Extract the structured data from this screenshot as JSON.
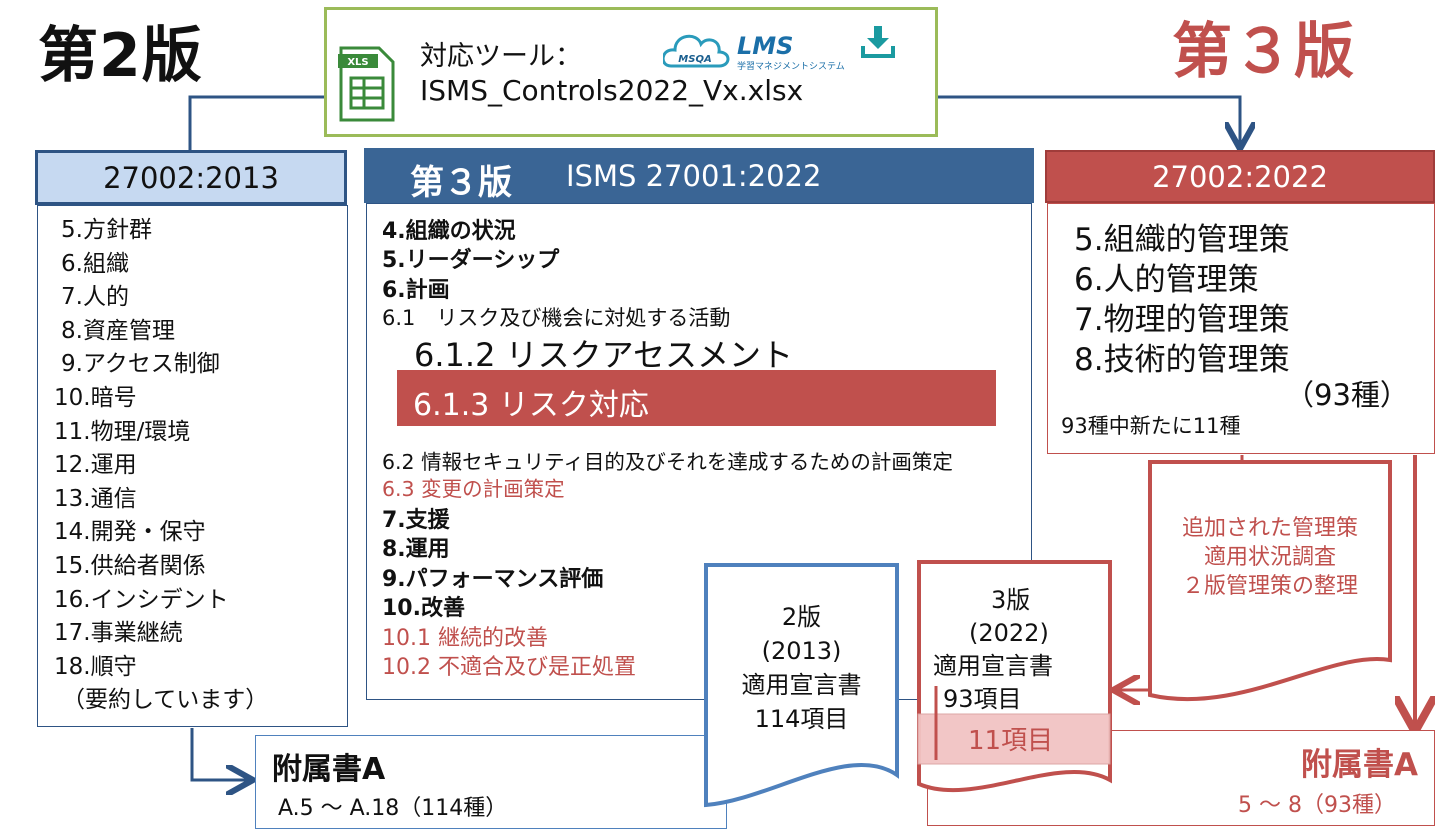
{
  "colors": {
    "red": "#c0504d",
    "blue_dark": "#2e5484",
    "blue_header": "#3a6595",
    "blue_light": "#c6d9f1",
    "green_border": "#9bbb59",
    "doc_blue": "#4f81bd",
    "pink": "#f2c4c3"
  },
  "left_title": "第2版",
  "right_title": "第３版",
  "tool": {
    "label": "対応ツール：",
    "filename": "ISMS_Controls2022_Vx.xlsx",
    "file_icon_text": "XLS",
    "logo_main": "LMS",
    "logo_cloud": "MSQA",
    "logo_sub": "学習マネジメントシステム",
    "download_icon": "download-icon"
  },
  "left_panel": {
    "header": "27002:2013",
    "items": [
      "5.方針群",
      "6.組織",
      "7.人的",
      "8.資産管理",
      "9.アクセス制御",
      "10.暗号",
      "11.物理/環境",
      "12.運用",
      "13.通信",
      "14.開発・保守",
      "15.供給者関係",
      "16.インシデント",
      "17.事業継続",
      "18.順守"
    ],
    "note": "（要約しています）"
  },
  "center_panel": {
    "header_main": "第３版",
    "header_sub": "ISMS 27001:2022",
    "s4": "4.組織の状況",
    "s5": "5.リーダーシップ",
    "s6": "6.計画",
    "s61": "6.1　リスク及び機会に対処する活動",
    "s612": "6.1.2 リスクアセスメント",
    "s613": "6.1.3 リスク対応",
    "s62": "6.2 情報セキュリティ目的及びそれを達成するための計画策定",
    "s63": "6.3 変更の計画策定",
    "s7": "7.支援",
    "s8": "8.運用",
    "s9": "9.パフォーマンス評価",
    "s10": "10.改善",
    "s101": "10.1 継続的改善",
    "s102": "10.2 不適合及び是正処置"
  },
  "right_panel": {
    "header": "27002:2022",
    "items": [
      "5.組織的管理策",
      "6.人的管理策",
      "7.物理的管理策",
      "8.技術的管理策"
    ],
    "count": "（93種）",
    "note": "93種中新たに11種"
  },
  "doc_2013": {
    "lines": [
      "2版",
      "(2013)",
      "適用宣言書",
      "114項目"
    ]
  },
  "doc_2022": {
    "lines": [
      "3版",
      "(2022)",
      "適用宣言書",
      "93項目"
    ],
    "new_items": "11項目"
  },
  "doc_added": {
    "lines": [
      "追加された管理策",
      "適用状況調査",
      "２版管理策の整理"
    ]
  },
  "annex_left": {
    "title": "附属書A",
    "range": "A.5 ～ A.18（114種）"
  },
  "annex_right": {
    "title": "附属書A",
    "range": "5 ～ 8（93種）"
  }
}
